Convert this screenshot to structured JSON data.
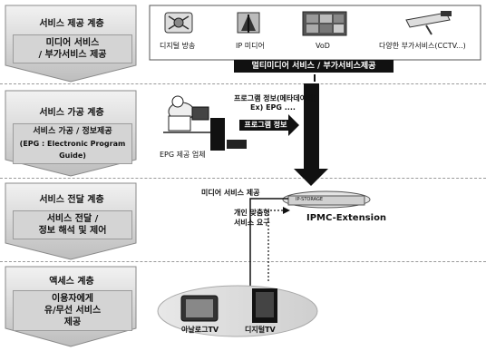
{
  "layers": [
    {
      "title": "서비스 제공 계층",
      "subtitle_lines": [
        "미디어 서비스",
        "/ 부가서비스 제공"
      ]
    },
    {
      "title": "서비스 가공 계층",
      "subtitle_lines": [
        "서비스 가공 / 정보제공",
        "(EPG : Electronic Program Guide)"
      ]
    },
    {
      "title": "서비스 전달 계층",
      "subtitle_lines": [
        "서비스 전달 /",
        "정보 해석 및 제어"
      ]
    },
    {
      "title": "액세스 계층",
      "subtitle_lines": [
        "이용자에게",
        "유/무선 서비스",
        "제공"
      ]
    }
  ],
  "services": {
    "items": [
      {
        "label": "디지털 방송",
        "icon": "digital-broadcast-icon"
      },
      {
        "label": "IP 미디어",
        "icon": "ip-media-icon"
      },
      {
        "label": "VoD",
        "icon": "vod-icon"
      },
      {
        "label": "다양한 부가서비스(CCTV...)",
        "icon": "cctv-icon"
      }
    ],
    "banner": "멀티미디어 서비스 / 부가서비스제공"
  },
  "processing": {
    "provider_label": "EPG 제공 업체",
    "program_info_lines": [
      "프로그램 정보(메타데이터)",
      "Ex) EPG ...."
    ],
    "program_info_pill": "프로그램 정보"
  },
  "delivery": {
    "media_service_label": "미디어 서비스 제공",
    "request_lines": [
      "개인 맞춤형",
      "서비스 요구"
    ],
    "server_tag": "IP-STORAGE",
    "extension_label": "IPMC-Extension"
  },
  "access": {
    "devices": [
      {
        "label": "아날로그TV",
        "icon": "analog-tv-icon"
      },
      {
        "label": "디지털TV",
        "icon": "digital-tv-icon"
      }
    ]
  }
}
